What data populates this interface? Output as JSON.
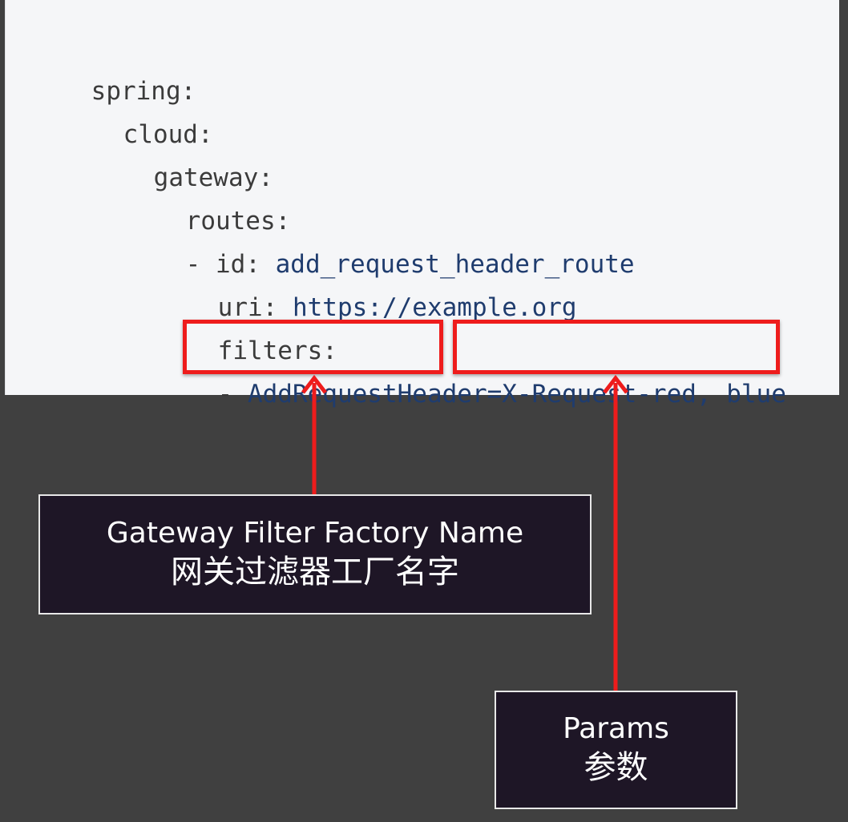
{
  "code": {
    "lines": [
      {
        "key": "spring:",
        "value": ""
      },
      {
        "key": "cloud:",
        "value": ""
      },
      {
        "key": "gateway:",
        "value": ""
      },
      {
        "key": "routes:",
        "value": ""
      },
      {
        "key": "- id: ",
        "value": "add_request_header_route"
      },
      {
        "key": "uri: ",
        "value": "https://example.org"
      },
      {
        "key": "filters:",
        "value": ""
      },
      {
        "key": "- ",
        "value": "AddRequestHeader=X-Request-red, blue"
      }
    ]
  },
  "annotations": {
    "filter_name": {
      "en": "Gateway Filter Factory Name",
      "zh": "网关过滤器工厂名字"
    },
    "params": {
      "en": "Params",
      "zh": "参数"
    }
  },
  "colors": {
    "highlight": "#ee1c1c",
    "label_background": "#1e1626",
    "code_background": "#f5f6f8"
  }
}
